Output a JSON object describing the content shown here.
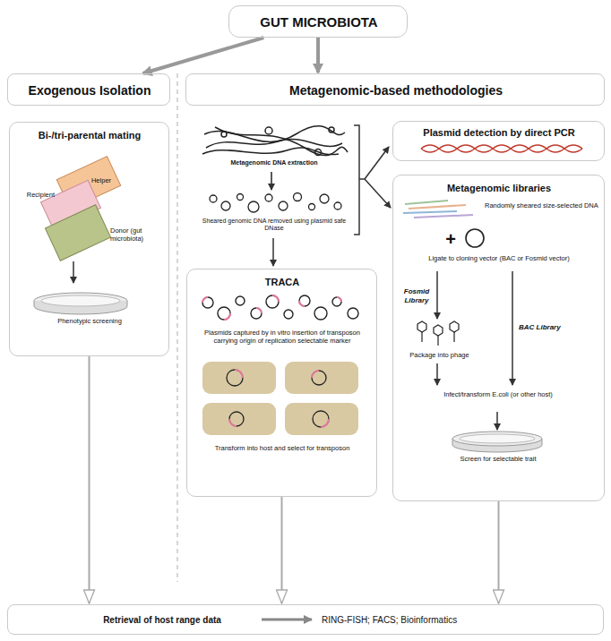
{
  "diagram": {
    "nodes": [
      {
        "text": [
          "GUT MICROBIOTA"
        ]
      },
      {
        "text": [
          "Exogenous Isolation"
        ]
      },
      {
        "text": [
          "Metagenomic-based methodologies"
        ]
      },
      {
        "text": [
          "Bi-/tri-parental mating",
          "Recipient",
          "Helper",
          "Donor (gut microbiota)",
          "Phenotypic screening"
        ]
      },
      {
        "text": [
          "TRACA",
          "Plasmids captured by in vitro insertion of transposon carrying origin of replication selectable marker",
          "Transform into host and select for transposon"
        ]
      },
      {
        "text": [
          "Plasmid detection by direct PCR"
        ]
      },
      {
        "text": [
          "Metagenomic libraries",
          "Randomly sheared size-selected DNA",
          "+",
          "Ligate to cloning vector (BAC or Fosmid vector)",
          "Fosmid Library",
          "BAC Library",
          "Package into phage",
          "Infect/transform E.coli (or other host)",
          "Screen for selectable trait"
        ]
      },
      {
        "text": [
          "Retrieval of host range data",
          "RING-FISH; FACS; Bioinformatics"
        ]
      }
    ],
    "edges": [
      {
        "from": 0,
        "to": 1,
        "arrow": "to"
      },
      {
        "from": 0,
        "to": 2,
        "arrow": "to"
      },
      {
        "from": 3,
        "to": 7,
        "arrow": "to"
      },
      {
        "from": 4,
        "to": 7,
        "arrow": "to"
      },
      {
        "from": 6,
        "to": 7,
        "arrow": "to"
      }
    ],
    "labels": [
      "Metagenomic DNA extraction",
      "Sheared genomic DNA removed using plasmid safe DNase"
    ]
  }
}
